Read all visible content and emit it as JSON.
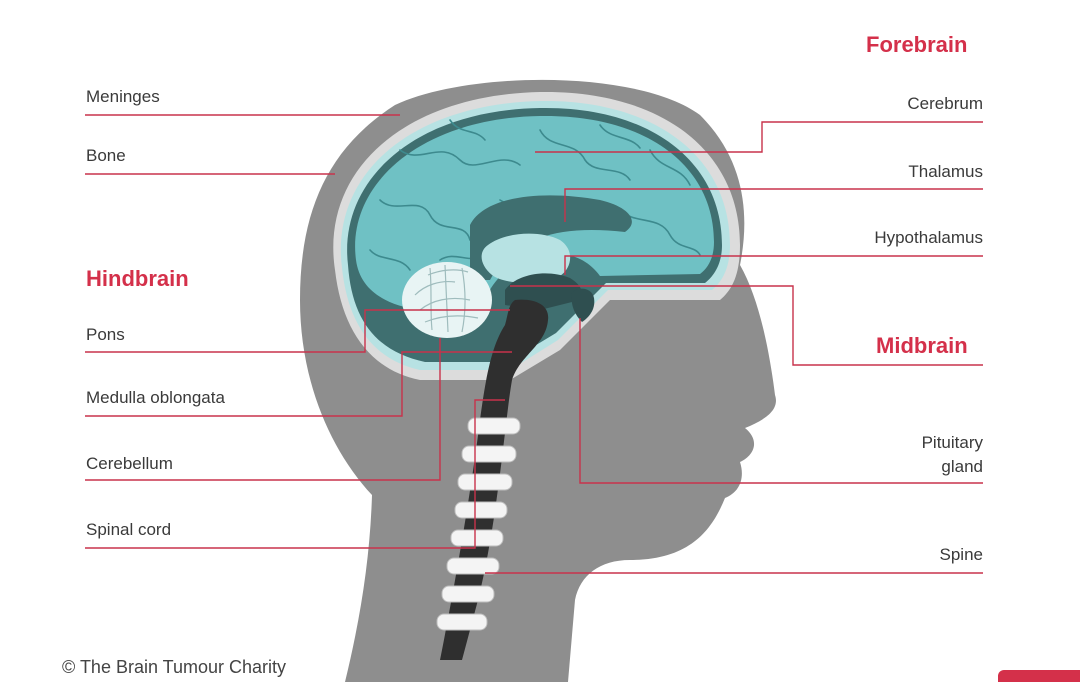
{
  "sections": {
    "forebrain": "Forebrain",
    "hindbrain": "Hindbrain",
    "midbrain": "Midbrain"
  },
  "left_labels": {
    "meninges": "Meninges",
    "bone": "Bone",
    "pons": "Pons",
    "medulla": "Medulla oblongata",
    "cerebellum": "Cerebellum",
    "spinal_cord": "Spinal cord"
  },
  "right_labels": {
    "cerebrum": "Cerebrum",
    "thalamus": "Thalamus",
    "hypothalamus": "Hypothalamus",
    "pituitary_line1": "Pituitary",
    "pituitary_line2": "gland",
    "spine": "Spine"
  },
  "credit": "© The Brain Tumour Charity",
  "colors": {
    "accent": "#d4304a",
    "head": "#8e8e8e",
    "brain": "#6fc1c4",
    "brain_dark": "#3f6f70",
    "spinal_cord": "#2f2f2f"
  }
}
